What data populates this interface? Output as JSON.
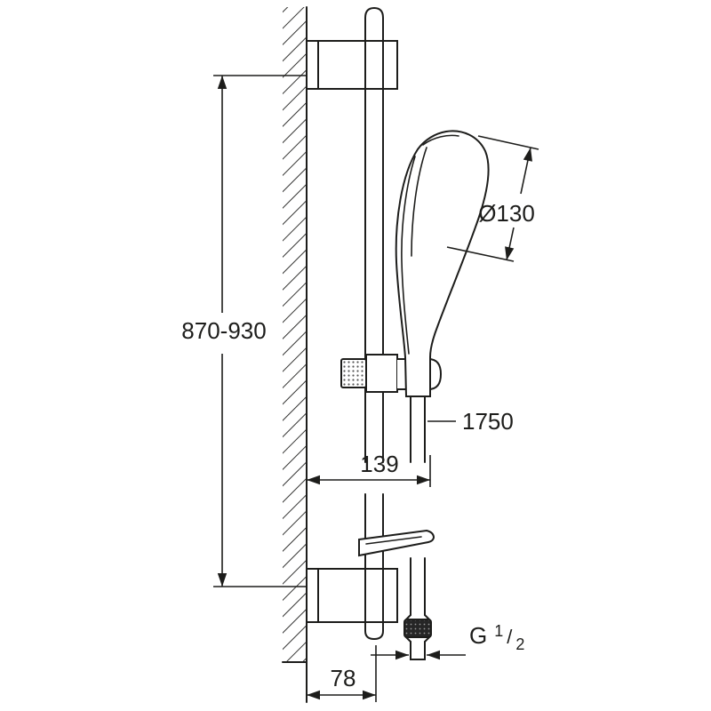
{
  "diagram": {
    "dimensions": {
      "rail_height": "870-930",
      "head_diameter": "Ø130",
      "hose_length": "1750",
      "holder_depth": "139",
      "wall_distance": "78",
      "thread_prefix": "G",
      "thread_numerator": "1",
      "thread_slash": "/",
      "thread_denominator": "2"
    },
    "colors": {
      "line": "#1d1d1b",
      "background": "#ffffff"
    }
  }
}
